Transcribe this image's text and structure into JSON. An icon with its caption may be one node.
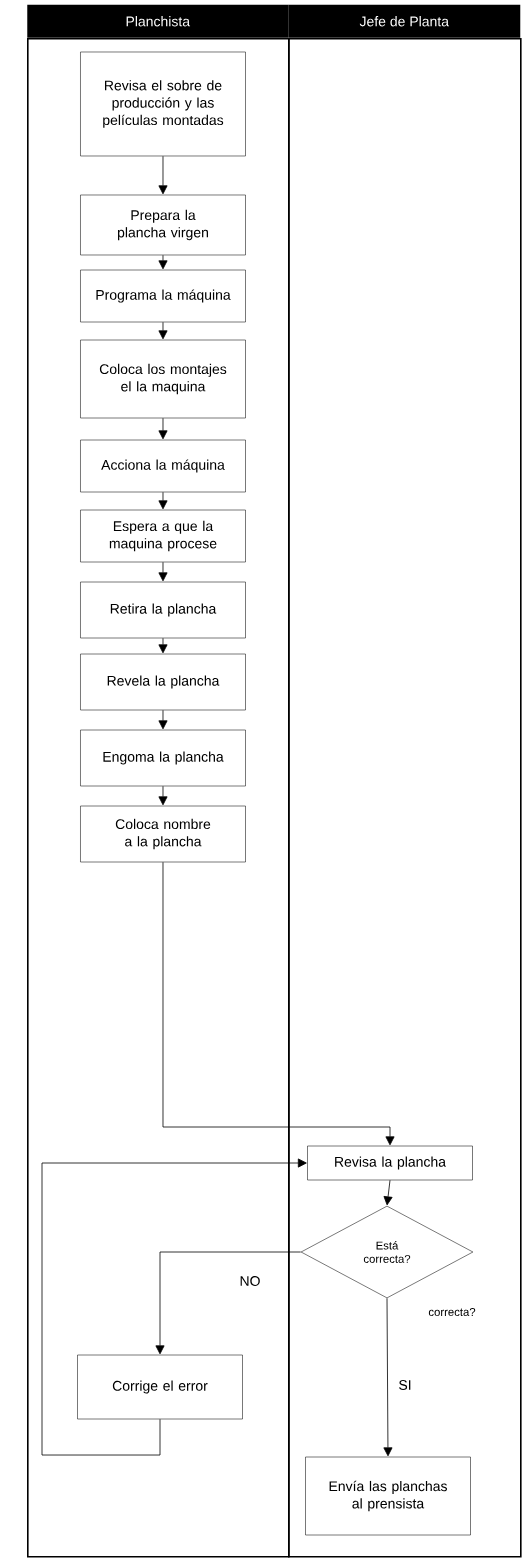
{
  "diagram": {
    "nodes": [
      {
        "text": [
          "Planchista"
        ]
      },
      {
        "text": [
          "Jefe de Planta"
        ]
      },
      {
        "text": [
          "Revisa el sobre de producción y las películas montadas"
        ],
        "in": 0
      },
      {
        "text": [
          "Prepara la plancha virgen"
        ],
        "in": 0
      },
      {
        "text": [
          "Programa la máquina"
        ],
        "in": 0
      },
      {
        "text": [
          "Coloca los montajes el la maquina"
        ],
        "in": 0
      },
      {
        "text": [
          "Acciona la máquina"
        ],
        "in": 0
      },
      {
        "text": [
          "Espera a que la maquina procese"
        ],
        "in": 0
      },
      {
        "text": [
          "Retira la plancha"
        ],
        "in": 0
      },
      {
        "text": [
          "Revela la plancha"
        ],
        "in": 0
      },
      {
        "text": [
          "Engoma la plancha"
        ],
        "in": 0
      },
      {
        "text": [
          "Coloca nombre a la plancha"
        ],
        "in": 0
      },
      {
        "text": [
          "Revisa la plancha"
        ],
        "in": 1
      },
      {
        "text": [
          "Está correcta?"
        ],
        "in": 1,
        "beside": [
          "correcta?"
        ]
      },
      {
        "text": [
          "Corrige el error"
        ],
        "in": 0
      },
      {
        "text": [
          "Envía las planchas al prensista"
        ],
        "in": 1
      }
    ],
    "edges": [
      {
        "from": 2,
        "to": 3,
        "arrow": "to"
      },
      {
        "from": 3,
        "to": 4,
        "arrow": "to"
      },
      {
        "from": 4,
        "to": 5,
        "arrow": "to"
      },
      {
        "from": 5,
        "to": 6,
        "arrow": "to"
      },
      {
        "from": 6,
        "to": 7,
        "arrow": "to"
      },
      {
        "from": 7,
        "to": 8,
        "arrow": "to"
      },
      {
        "from": 8,
        "to": 9,
        "arrow": "to"
      },
      {
        "from": 9,
        "to": 10,
        "arrow": "to"
      },
      {
        "from": 10,
        "to": 11,
        "arrow": "to"
      },
      {
        "from": 11,
        "to": 12,
        "arrow": "to"
      },
      {
        "from": 12,
        "to": 13,
        "arrow": "to"
      },
      {
        "from": 13,
        "to": 14,
        "arrow": "to",
        "label": "NO"
      },
      {
        "from": 13,
        "to": 15,
        "arrow": "to",
        "label": "SI"
      },
      {
        "from": 14,
        "to": 12,
        "arrow": "to"
      }
    ]
  }
}
